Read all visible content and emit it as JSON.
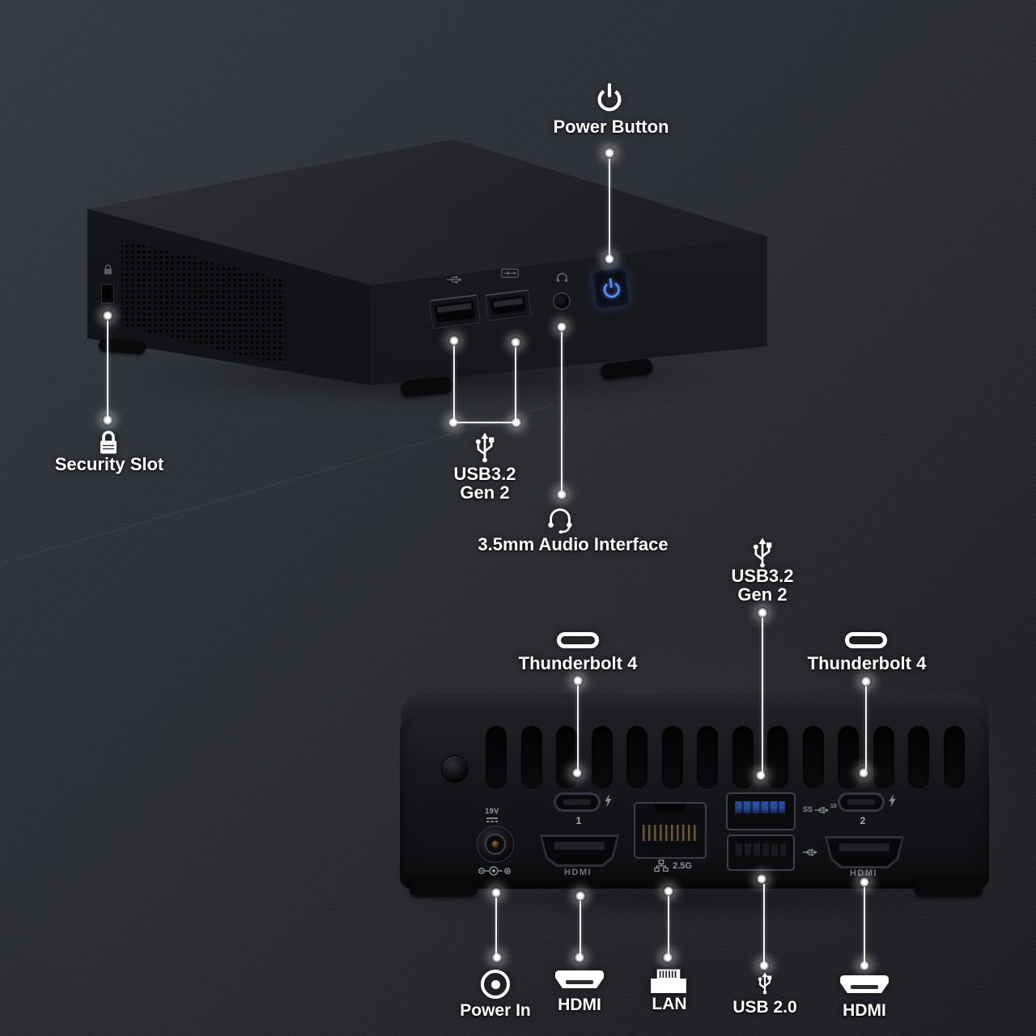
{
  "front_view": {
    "power_button": {
      "label": "Power Button",
      "icon": "power-icon"
    },
    "security_slot": {
      "label": "Security Slot",
      "icon": "lock-icon"
    },
    "usb_ports": {
      "line1": "USB3.2",
      "line2": "Gen 2",
      "icon": "usb-trident-icon"
    },
    "audio_jack": {
      "label": "3.5mm Audio Interface",
      "icon": "headset-icon"
    }
  },
  "rear_view": {
    "thunderbolt_left": {
      "label": "Thunderbolt 4",
      "icon": "usbc-port-icon"
    },
    "usb_gen2": {
      "line1": "USB3.2",
      "line2": "Gen 2",
      "icon": "usb-trident-icon"
    },
    "thunderbolt_right": {
      "label": "Thunderbolt 4",
      "icon": "usbc-port-icon"
    },
    "power_in": {
      "label": "Power In",
      "icon": "dc-jack-icon"
    },
    "hdmi_left": {
      "label": "HDMI",
      "icon": "hdmi-icon"
    },
    "lan": {
      "label": "LAN",
      "icon": "lan-icon"
    },
    "usb_20": {
      "label": "USB 2.0",
      "icon": "usb-trident-icon"
    },
    "hdmi_right": {
      "label": "HDMI",
      "icon": "hdmi-icon"
    },
    "panel": {
      "voltage": "19V",
      "thunderbolt_port_1": "1",
      "thunderbolt_port_2": "2",
      "hdmi_port_left": "HDMI",
      "hdmi_port_right": "HDMI",
      "lan_speed": "2.5G",
      "usb3_badge": "SS",
      "usb3_speed": "10"
    }
  },
  "colors": {
    "background": "#2b2e34",
    "annotation_white": "#ffffff",
    "power_button_blue": "#4d82e8",
    "usb3_tongue_blue": "#2b4ea0",
    "panel_text_gray": "#9aa0a6"
  }
}
